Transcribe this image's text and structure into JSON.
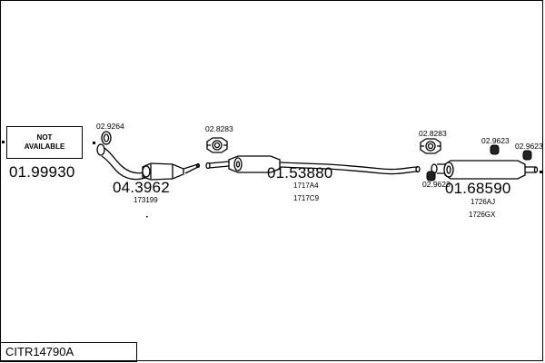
{
  "diagram": {
    "not_available_label": "NOT\nAVAILABLE",
    "parts": [
      {
        "number": "01.99930"
      },
      {
        "number": "04.3962",
        "ref": "173199"
      },
      {
        "number": "01.53880",
        "refs": [
          "1717A4",
          "1717C9"
        ]
      },
      {
        "number": "01.68590",
        "refs": [
          "1726AJ",
          "1726GX"
        ]
      }
    ],
    "accessories": [
      "02.9264",
      "02.8283",
      "02.8283",
      "02.9623",
      "02.9623",
      "02.9623"
    ],
    "footer_code": "CITR14790A"
  }
}
